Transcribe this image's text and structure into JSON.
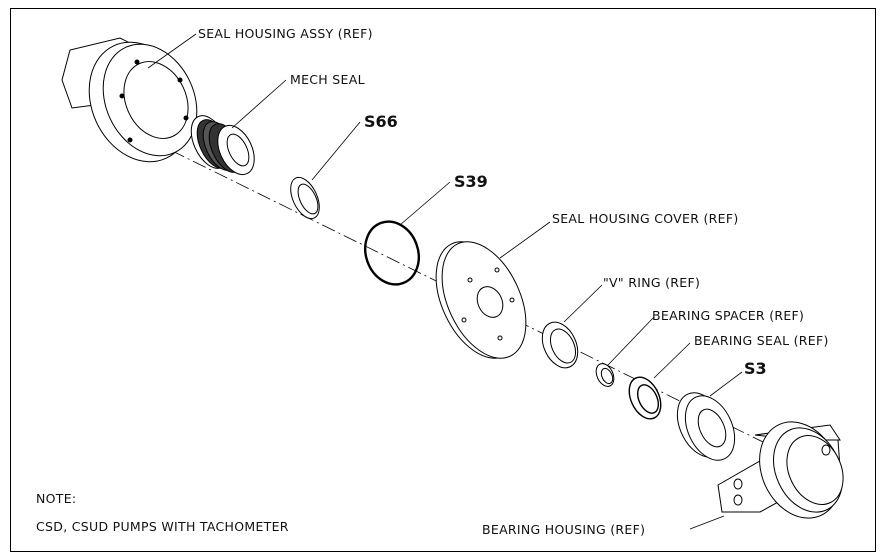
{
  "labels": {
    "seal_housing_assy": "SEAL HOUSING ASSY (REF)",
    "mech_seal": "MECH SEAL",
    "s66": "S66",
    "s39": "S39",
    "seal_housing_cover": "SEAL HOUSING COVER (REF)",
    "v_ring": "\"V\" RING (REF)",
    "bearing_spacer": "BEARING SPACER (REF)",
    "bearing_seal": "BEARING SEAL (REF)",
    "s3": "S3",
    "bearing_housing": "BEARING HOUSING (REF)"
  },
  "note": {
    "title": "NOTE:",
    "text": "CSD, CSUD PUMPS WITH TACHOMETER"
  }
}
